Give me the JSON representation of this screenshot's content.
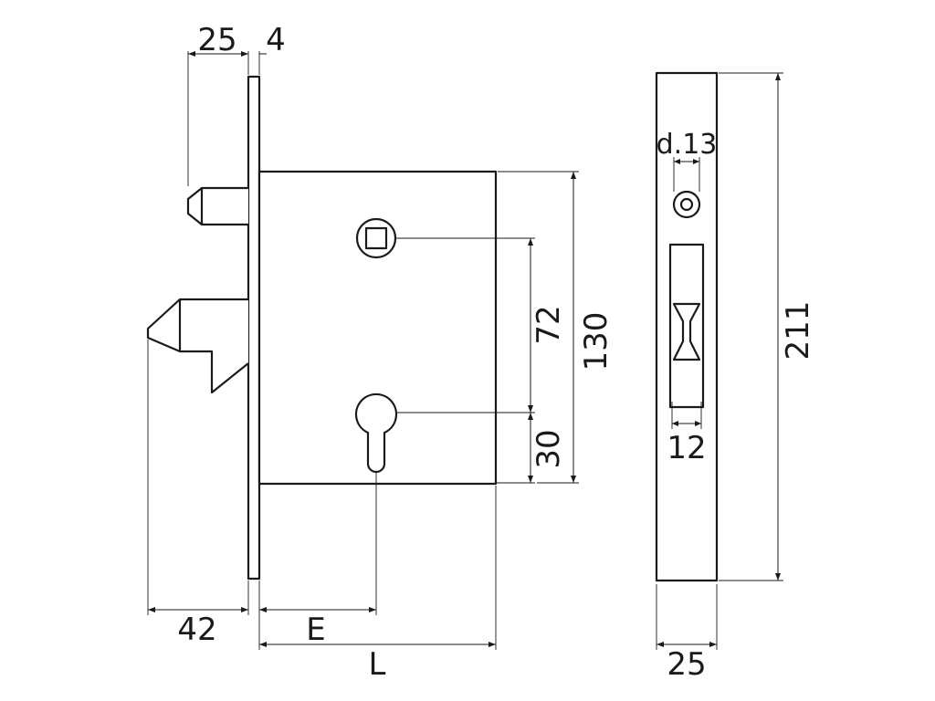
{
  "dimensions": {
    "bolt_projection": "25",
    "faceplate_thickness": "4",
    "hook_projection": "42",
    "backset": "E",
    "case_length": "L",
    "handle_to_cylinder": "72",
    "case_height": "130",
    "cylinder_offset": "30",
    "faceplate_height": "211",
    "faceplate_width": "25",
    "hole_diameter": "d.13",
    "slot_width": "12"
  }
}
